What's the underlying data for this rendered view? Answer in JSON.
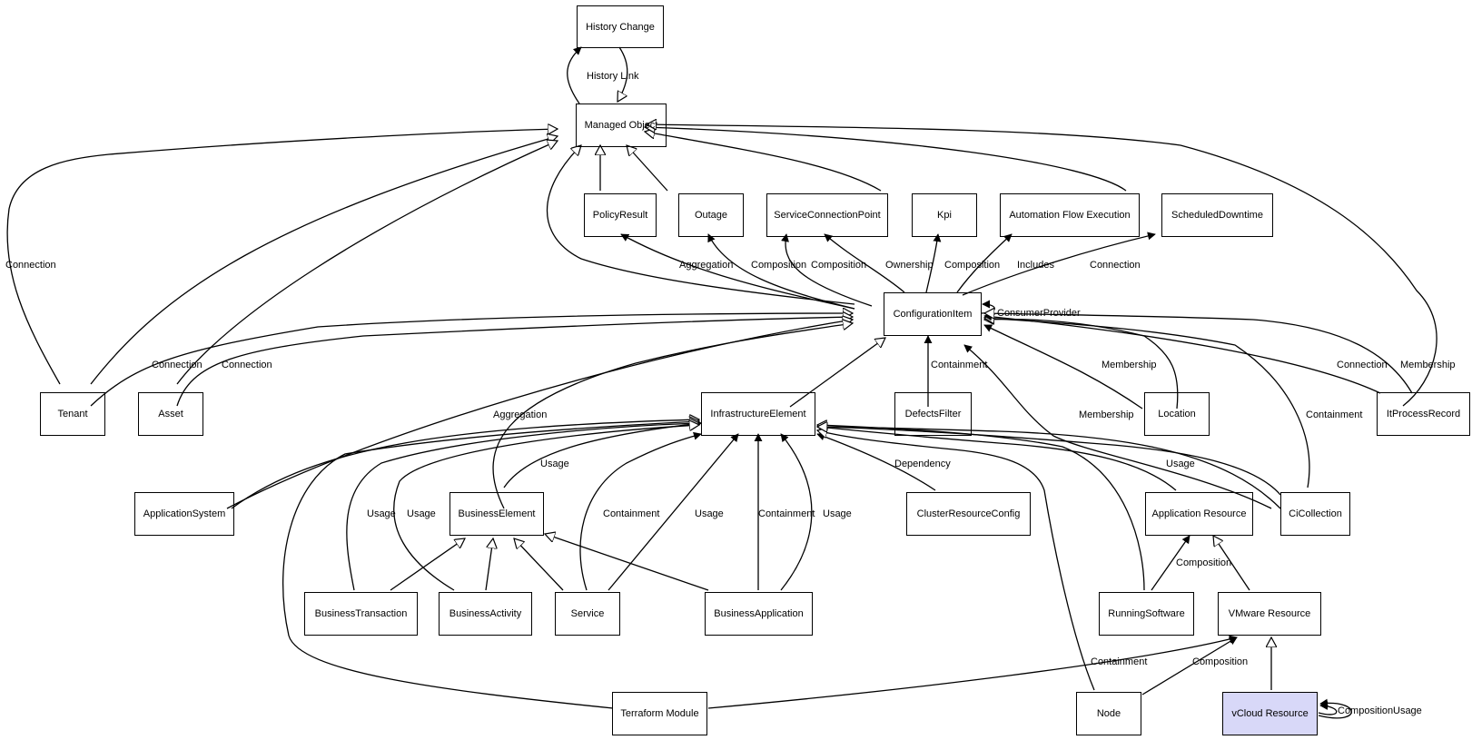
{
  "nodes": {
    "history_change": {
      "label": "History Change"
    },
    "managed_object": {
      "label": "Managed Object"
    },
    "policy_result": {
      "label": "PolicyResult"
    },
    "outage": {
      "label": "Outage"
    },
    "service_connection_point": {
      "label": "ServiceConnectionPoint"
    },
    "kpi": {
      "label": "Kpi"
    },
    "automation_flow_execution": {
      "label": "Automation Flow Execution"
    },
    "scheduled_downtime": {
      "label": "ScheduledDowntime"
    },
    "configuration_item": {
      "label": "ConfigurationItem"
    },
    "tenant": {
      "label": "Tenant"
    },
    "asset": {
      "label": "Asset"
    },
    "infrastructure_element": {
      "label": "InfrastructureElement"
    },
    "defects_filter": {
      "label": "DefectsFilter"
    },
    "location": {
      "label": "Location"
    },
    "it_process_record": {
      "label": "ItProcessRecord"
    },
    "application_system": {
      "label": "ApplicationSystem"
    },
    "business_element": {
      "label": "BusinessElement"
    },
    "cluster_resource_config": {
      "label": "ClusterResourceConfig"
    },
    "application_resource": {
      "label": "Application Resource"
    },
    "ci_collection": {
      "label": "CiCollection"
    },
    "business_transaction": {
      "label": "BusinessTransaction"
    },
    "business_activity": {
      "label": "BusinessActivity"
    },
    "service": {
      "label": "Service"
    },
    "business_application": {
      "label": "BusinessApplication"
    },
    "running_software": {
      "label": "RunningSoftware"
    },
    "vmware_resource": {
      "label": "VMware Resource"
    },
    "terraform_module": {
      "label": "Terraform Module"
    },
    "node": {
      "label": "Node"
    },
    "vcloud_resource": {
      "label": "vCloud Resource"
    }
  },
  "edge_labels": {
    "history_link": "History Link",
    "aggregation": "Aggregation",
    "composition": "Composition",
    "ownership": "Ownership",
    "includes": "Includes",
    "connection": "Connection",
    "consumer_provider": "ConsumerProvider",
    "containment": "Containment",
    "membership": "Membership",
    "usage": "Usage",
    "dependency": "Dependency"
  },
  "colors": {
    "highlight_fill": "#d8d8f8",
    "stroke": "#000000"
  }
}
